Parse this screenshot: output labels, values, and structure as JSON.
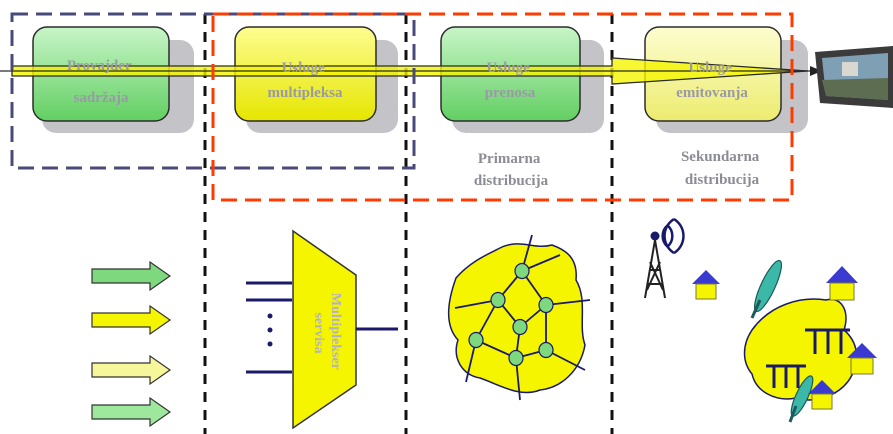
{
  "stages": [
    {
      "id": "provajder",
      "lines": [
        "Provajder",
        "sadržaja"
      ],
      "fill": "#9ee89e"
    },
    {
      "id": "multipleks",
      "lines": [
        "Usluge",
        "multipleksa"
      ],
      "fill": "#f2f000"
    },
    {
      "id": "prenos",
      "lines": [
        "Usluge",
        "prenosa"
      ],
      "fill": "#8ee08e"
    },
    {
      "id": "emitovanje",
      "lines": [
        "Usluge",
        "emitovanja"
      ],
      "fill": "#f4f08c"
    }
  ],
  "captions": {
    "primary": [
      "Primarna",
      "distribucija"
    ],
    "secondary": [
      "Sekundarna",
      "distribucija"
    ]
  },
  "multiplexer": {
    "lines": [
      "Multiplekser",
      "servisa"
    ]
  },
  "colors": {
    "purple_dash": "#4a4a7a",
    "red_dash": "#ff3b00",
    "yellow": "#f5f500",
    "green": "#7ed87e",
    "divider": "#111111"
  },
  "icons": [
    "input-arrow-icon",
    "network-cloud-icon",
    "antenna-tower-icon",
    "house-icon",
    "satellite-dish-icon",
    "tv-screen-icon"
  ]
}
